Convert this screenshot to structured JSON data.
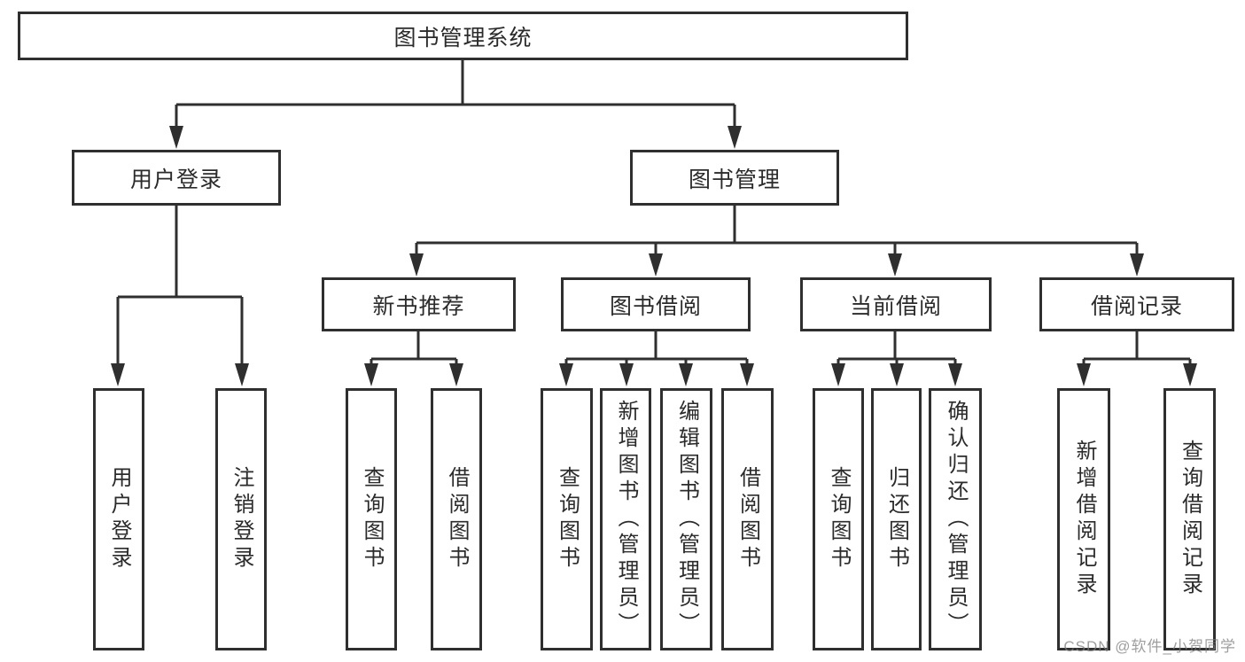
{
  "diagram": {
    "type": "tree",
    "title": "图书管理系统"
  },
  "nodes": {
    "root": {
      "label": "图书管理系统"
    },
    "user_login": {
      "label": "用户登录"
    },
    "book_mgmt": {
      "label": "图书管理"
    },
    "user_login_leaf": {
      "label": "用户登录"
    },
    "logout_leaf": {
      "label": "注销登录"
    },
    "new_book_rec": {
      "label": "新书推荐"
    },
    "book_borrow": {
      "label": "图书借阅"
    },
    "current_borrow": {
      "label": "当前借阅"
    },
    "borrow_record": {
      "label": "借阅记录"
    },
    "rec_query_books": {
      "label": "查询图书"
    },
    "rec_borrow_books": {
      "label": "借阅图书"
    },
    "bb_query_books": {
      "label": "查询图书"
    },
    "bb_add_books": {
      "label": "新增图书（管理员）"
    },
    "bb_edit_books": {
      "label": "编辑图书（管理员）"
    },
    "bb_borrow_books": {
      "label": "借阅图书"
    },
    "cb_query_books": {
      "label": "查询图书"
    },
    "cb_return_books": {
      "label": "归还图书"
    },
    "cb_confirm_return": {
      "label": "确认归还（管理员）"
    },
    "br_add_record": {
      "label": "新增借阅记录"
    },
    "br_query_record": {
      "label": "查询借阅记录"
    }
  },
  "hierarchy": {
    "图书管理系统": {
      "用户登录": [
        "用户登录",
        "注销登录"
      ],
      "图书管理": {
        "新书推荐": [
          "查询图书",
          "借阅图书"
        ],
        "图书借阅": [
          "查询图书",
          "新增图书（管理员）",
          "编辑图书（管理员）",
          "借阅图书"
        ],
        "当前借阅": [
          "查询图书",
          "归还图书",
          "确认归还（管理员）"
        ],
        "借阅记录": [
          "新增借阅记录",
          "查询借阅记录"
        ]
      }
    }
  },
  "watermark": {
    "text": "CSDN @软件_小贺同学"
  },
  "colors": {
    "line": "#2f2f2f",
    "text": "#2b2b2b",
    "box_fill": "#ffffff",
    "background": "#ffffff",
    "watermark": "#7d7d7d"
  }
}
